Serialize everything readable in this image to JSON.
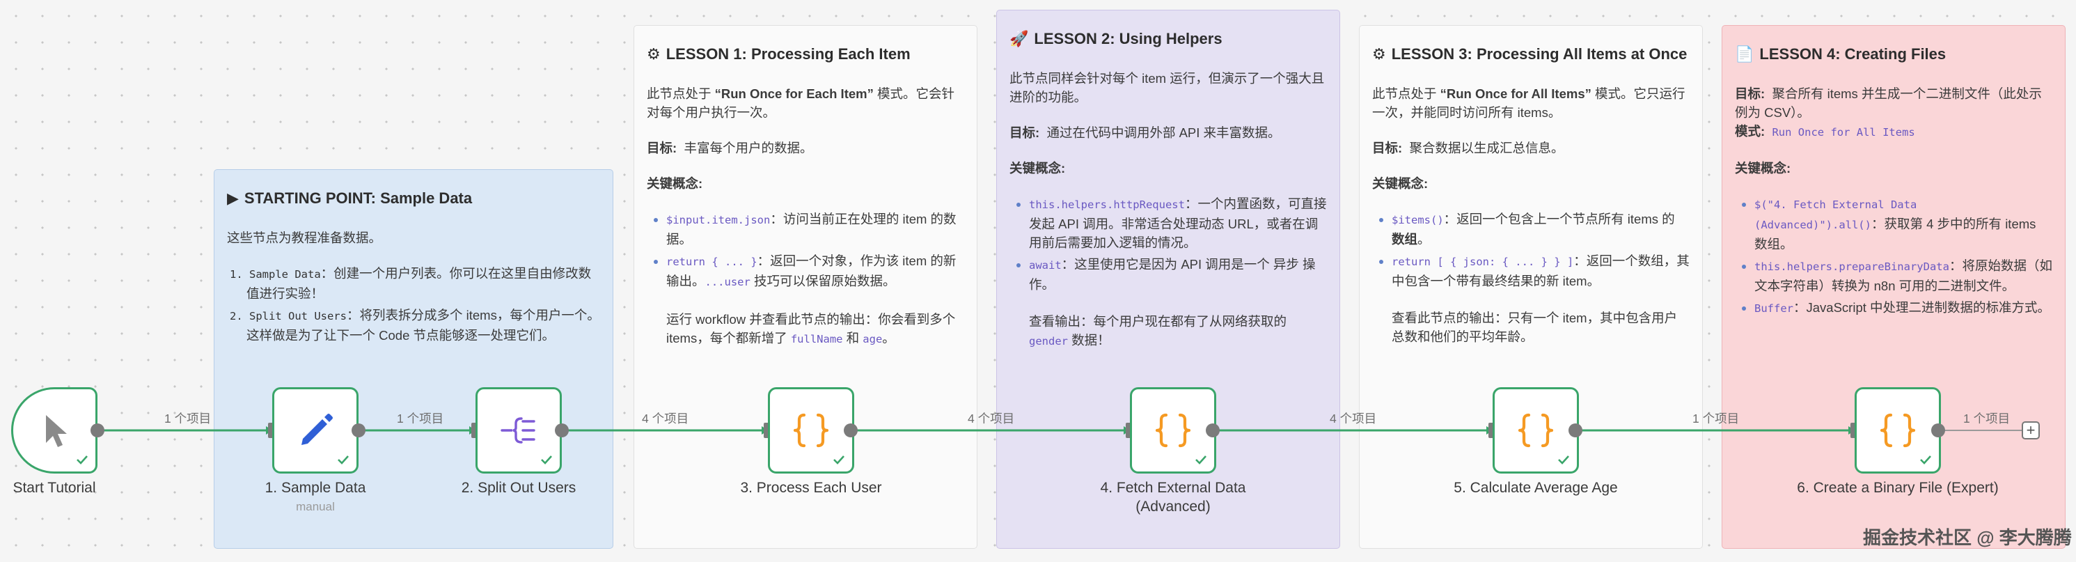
{
  "notes": {
    "starting": {
      "title": "STARTING POINT: Sample Data",
      "intro": "这些节点为教程准备数据。",
      "items": [
        {
          "code": "1. Sample Data",
          "text": "：创建一个用户列表。你可以在这里自由修改数值进行实验！"
        },
        {
          "code": "2. Split Out Users",
          "text": "：将列表拆分成多个 items，每个用户一个。这样做是为了让下一个 Code 节点能够逐一处理它们。"
        }
      ]
    },
    "lesson1": {
      "title": "LESSON 1: Processing Each Item",
      "p1_a": "此节点处于 ",
      "p1_b": "“Run Once for Each Item”",
      "p1_c": " 模式。它会针对每个用户执行一次。",
      "goal_label": "目标:",
      "goal_text": "丰富每个用户的数据。",
      "concepts_label": "关键概念:",
      "bullets": [
        {
          "code": "$input.item.json",
          "text": "：访问当前正在处理的 item 的数据。"
        },
        {
          "code": "return { ... }",
          "text": "：返回一个对象，作为该 item 的新输出。",
          "code2": "...user",
          "text2": " 技巧可以保留原始数据。"
        }
      ],
      "run_text_a": "运行 workflow 并查看此节点的输出：你会看到多个 items，每个都新增了 ",
      "run_code1": "fullName",
      "run_text_b": " 和 ",
      "run_code2": "age",
      "run_text_c": "。"
    },
    "lesson2": {
      "title": "LESSON 2: Using Helpers",
      "p1": "此节点同样会针对每个 item 运行，但演示了一个强大且进阶的功能。",
      "goal_label": "目标:",
      "goal_text": "通过在代码中调用外部 API 来丰富数据。",
      "concepts_label": "关键概念:",
      "bullets": [
        {
          "code": "this.helpers.httpRequest",
          "text": "：一个内置函数，可直接发起 API 调用。非常适合处理动态 URL，或者在调用前后需要加入逻辑的情况。"
        },
        {
          "code": "await",
          "text": "：这里使用它是因为 API 调用是一个 异步 操作。"
        }
      ],
      "run_text_a": "查看输出：每个用户现在都有了从网络获取的 ",
      "run_code": "gender",
      "run_text_b": " 数据！"
    },
    "lesson3": {
      "title": "LESSON 3: Processing All Items at Once",
      "p1_a": "此节点处于 ",
      "p1_b": "“Run Once for All Items”",
      "p1_c": " 模式。它只运行一次，并能同时访问所有 items。",
      "goal_label": "目标:",
      "goal_text": "聚合数据以生成汇总信息。",
      "concepts_label": "关键概念:",
      "bullets": [
        {
          "code": "$items()",
          "text": "：返回一个包含上一个节点所有 items 的 ",
          "bold": "数组",
          "text2": "。"
        },
        {
          "code": "return [ { json: { ... } } ]",
          "text": "：返回一个数组，其中包含一个带有最终结果的新 item。"
        }
      ],
      "run_text": "查看此节点的输出：只有一个 item，其中包含用户总数和他们的平均年龄。"
    },
    "lesson4": {
      "title": "LESSON 4: Creating Files",
      "goal_label": "目标:",
      "goal_text": "聚合所有 items 并生成一个二进制文件（此处示例为 CSV）。",
      "mode_label": "模式:",
      "mode_code": "Run Once for All Items",
      "concepts_label": "关键概念:",
      "bullets": [
        {
          "code": "$(\"4. Fetch External Data (Advanced)\").all()",
          "text": "：获取第 4 步中的所有 items 数组。"
        },
        {
          "code": "this.helpers.prepareBinaryData",
          "text": "：将原始数据（如文本字符串）转换为 n8n 可用的二进制文件。"
        },
        {
          "code": "Buffer",
          "text": "：JavaScript 中处理二进制数据的标准方式。"
        }
      ]
    }
  },
  "nodes": [
    {
      "label": "Start Tutorial",
      "icon": "cursor-icon"
    },
    {
      "label": "1. Sample Data",
      "sub": "manual",
      "icon": "pencil-icon"
    },
    {
      "label": "2. Split Out Users",
      "icon": "split-icon"
    },
    {
      "label": "3. Process Each User",
      "icon": "code-braces-icon"
    },
    {
      "label": "4. Fetch External Data (Advanced)",
      "icon": "code-braces-icon"
    },
    {
      "label": "5. Calculate Average Age",
      "icon": "code-braces-icon"
    },
    {
      "label": "6. Create a Binary File (Expert)",
      "icon": "code-braces-icon"
    }
  ],
  "edges": [
    "1 个项目",
    "1 个项目",
    "4 个项目",
    "4 个项目",
    "4 个项目",
    "1 个项目",
    "1 个项目"
  ],
  "watermark": "掘金技术社区 @ 李大腾腾",
  "colors": {
    "node_border": "#3aa56a",
    "code_orange": "#f59a23",
    "pencil_blue": "#2f5fd6",
    "split_purple": "#7d5ad6"
  }
}
